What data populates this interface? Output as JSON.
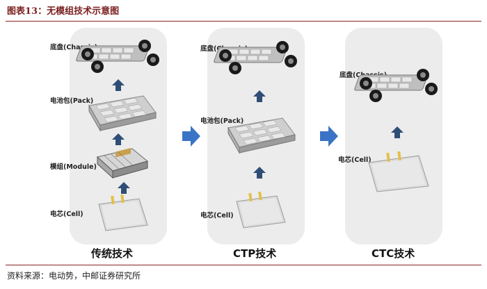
{
  "figure": {
    "title": "图表13：无模组技术示意图",
    "source": "资料来源：电动势，中邮证券研究所"
  },
  "panels": [
    {
      "title": "传统技术",
      "labels": {
        "chassis": "底盘(Chassis)",
        "pack": "电池包(Pack)",
        "module": "模组(Module)",
        "cell": "电芯(Cell)"
      }
    },
    {
      "title": "CTP技术",
      "labels": {
        "chassis": "底盘(Chassis)",
        "pack": "电池包(Pack)",
        "cell": "电芯(Cell)"
      }
    },
    {
      "title": "CTC技术",
      "labels": {
        "chassis": "底盘(Chassis)",
        "cell": "电芯(Cell)"
      }
    }
  ],
  "colors": {
    "title": "#7a1f1f",
    "rule": "#8b2323",
    "arrow_up": "#2f4e77",
    "arrow_right": "#3b73c7",
    "panel": "#ececec"
  }
}
